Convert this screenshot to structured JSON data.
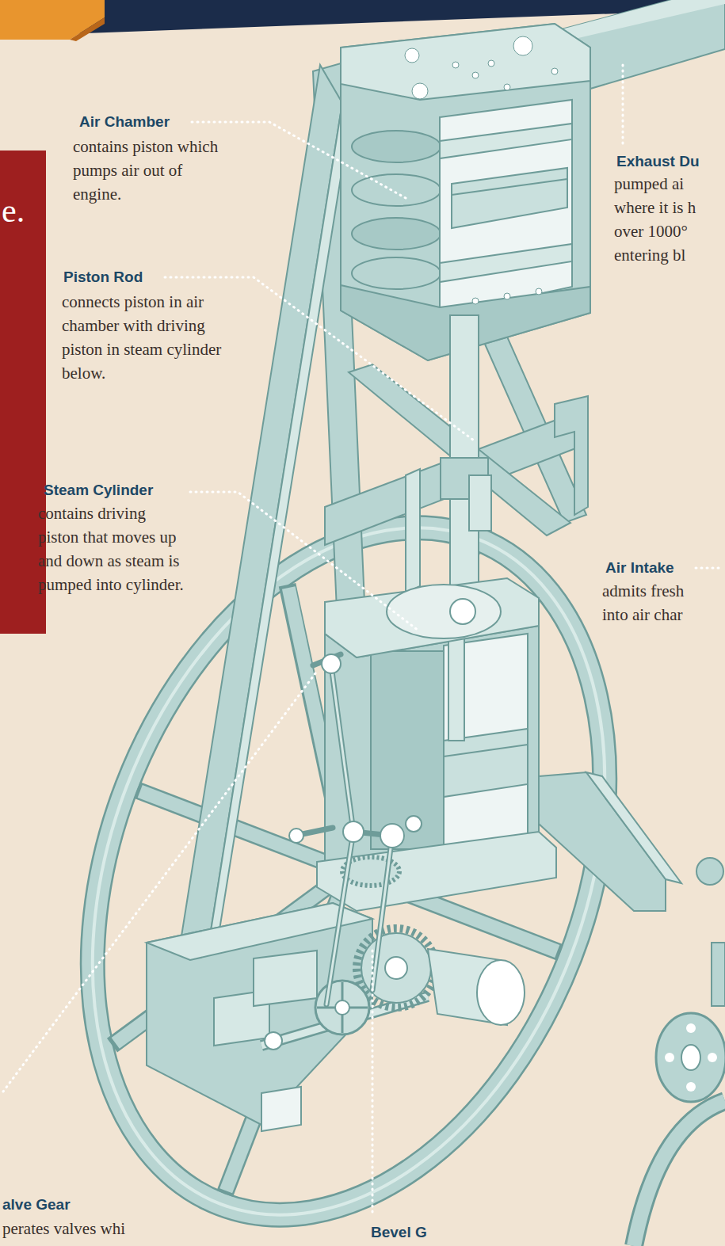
{
  "diagram": {
    "nodes": [
      {
        "text": [
          "e."
        ]
      }
    ],
    "labels": [
      "Air Chamber",
      "contains piston which pumps air out of engine.",
      "Exhaust Du",
      "pumped ai where it is h over 1000° entering bl",
      "Piston Rod",
      "connects piston in air chamber with driving piston in steam cylinder below.",
      "Steam Cylinder",
      "contains driving piston that moves up and down as steam is pumped into cylinder.",
      "Air Intake",
      "admits fresh into air char",
      "alve Gear",
      "perates valves whi",
      "Bevel G"
    ]
  }
}
